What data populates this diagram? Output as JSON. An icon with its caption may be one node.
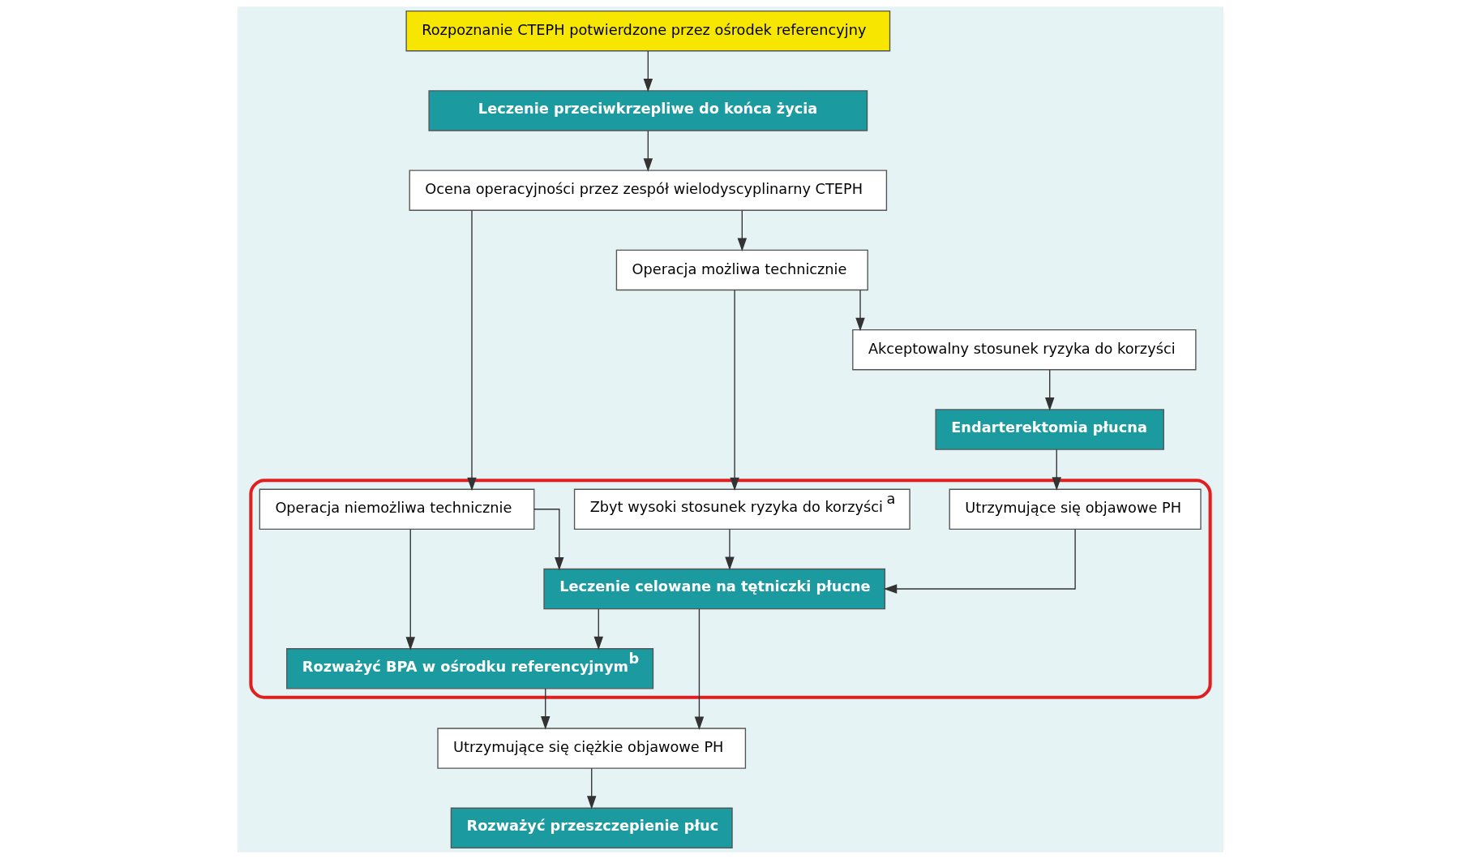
{
  "diagram": {
    "nodes": [
      {
        "text": [
          "Rozpoznanie CTEPH potwierdzone przez ośrodek referencyjny"
        ]
      },
      {
        "text": [
          "Leczenie przeciwkrzepliwe do końca życia"
        ]
      },
      {
        "text": [
          "Ocena operacyjności przez zespół wielodyscyplinarny CTEPH"
        ]
      },
      {
        "text": [
          "Operacja możliwa technicznie"
        ]
      },
      {
        "text": [],
        "shape": "box"
      },
      {
        "text": [
          "Operacja niemożliwa technicznie"
        ],
        "in": 4
      },
      {
        "text": [
          "Akceptowalny stosunek ryzyka do korzyści"
        ]
      },
      {
        "text": [
          "Zbyt wysoki stosunek ryzyka do korzyści$^{a}$"
        ],
        "in": 4
      },
      {
        "text": [
          "Endarterektomia płucna"
        ]
      },
      {
        "text": [
          "Utrzymujące się objawowe PH"
        ],
        "in": 4
      },
      {
        "text": [
          "Leczenie celowane na tętniczki płucne"
        ],
        "in": 4
      },
      {
        "text": [
          "Rozważyć BPA w ośrodku referencyjnym$^{b}$"
        ],
        "in": 4
      },
      {
        "text": [
          "Rozważyć przeszczepienie płuc"
        ]
      },
      {
        "text": [
          "Utrzymujące się ciężkie objawowe PH"
        ]
      }
    ],
    "edges": [
      {
        "from": 0,
        "to": 1,
        "arrow": "to"
      },
      {
        "from": 1,
        "to": 2,
        "arrow": "to"
      },
      {
        "from": 2,
        "to": 3,
        "arrow": "to"
      },
      {
        "from": 2,
        "to": 5,
        "arrow": "to"
      },
      {
        "from": 3,
        "to": 6,
        "arrow": "to"
      },
      {
        "from": 3,
        "to": 7,
        "arrow": "to"
      },
      {
        "from": 6,
        "to": 8,
        "arrow": "to"
      },
      {
        "from": 8,
        "to": 9,
        "arrow": "to"
      },
      {
        "from": 7,
        "to": 10,
        "arrow": "to"
      },
      {
        "from": 9,
        "to": 10,
        "arrow": "to"
      },
      {
        "from": 5,
        "to": 10,
        "arrow": "to"
      },
      {
        "from": 5,
        "to": 11,
        "arrow": "to"
      },
      {
        "from": 10,
        "to": 11,
        "arrow": "to"
      },
      {
        "from": 10,
        "to": 13,
        "arrow": "to"
      },
      {
        "from": 11,
        "to": 13,
        "arrow": "to"
      },
      {
        "from": 13,
        "to": 12,
        "arrow": "to"
      }
    ]
  }
}
